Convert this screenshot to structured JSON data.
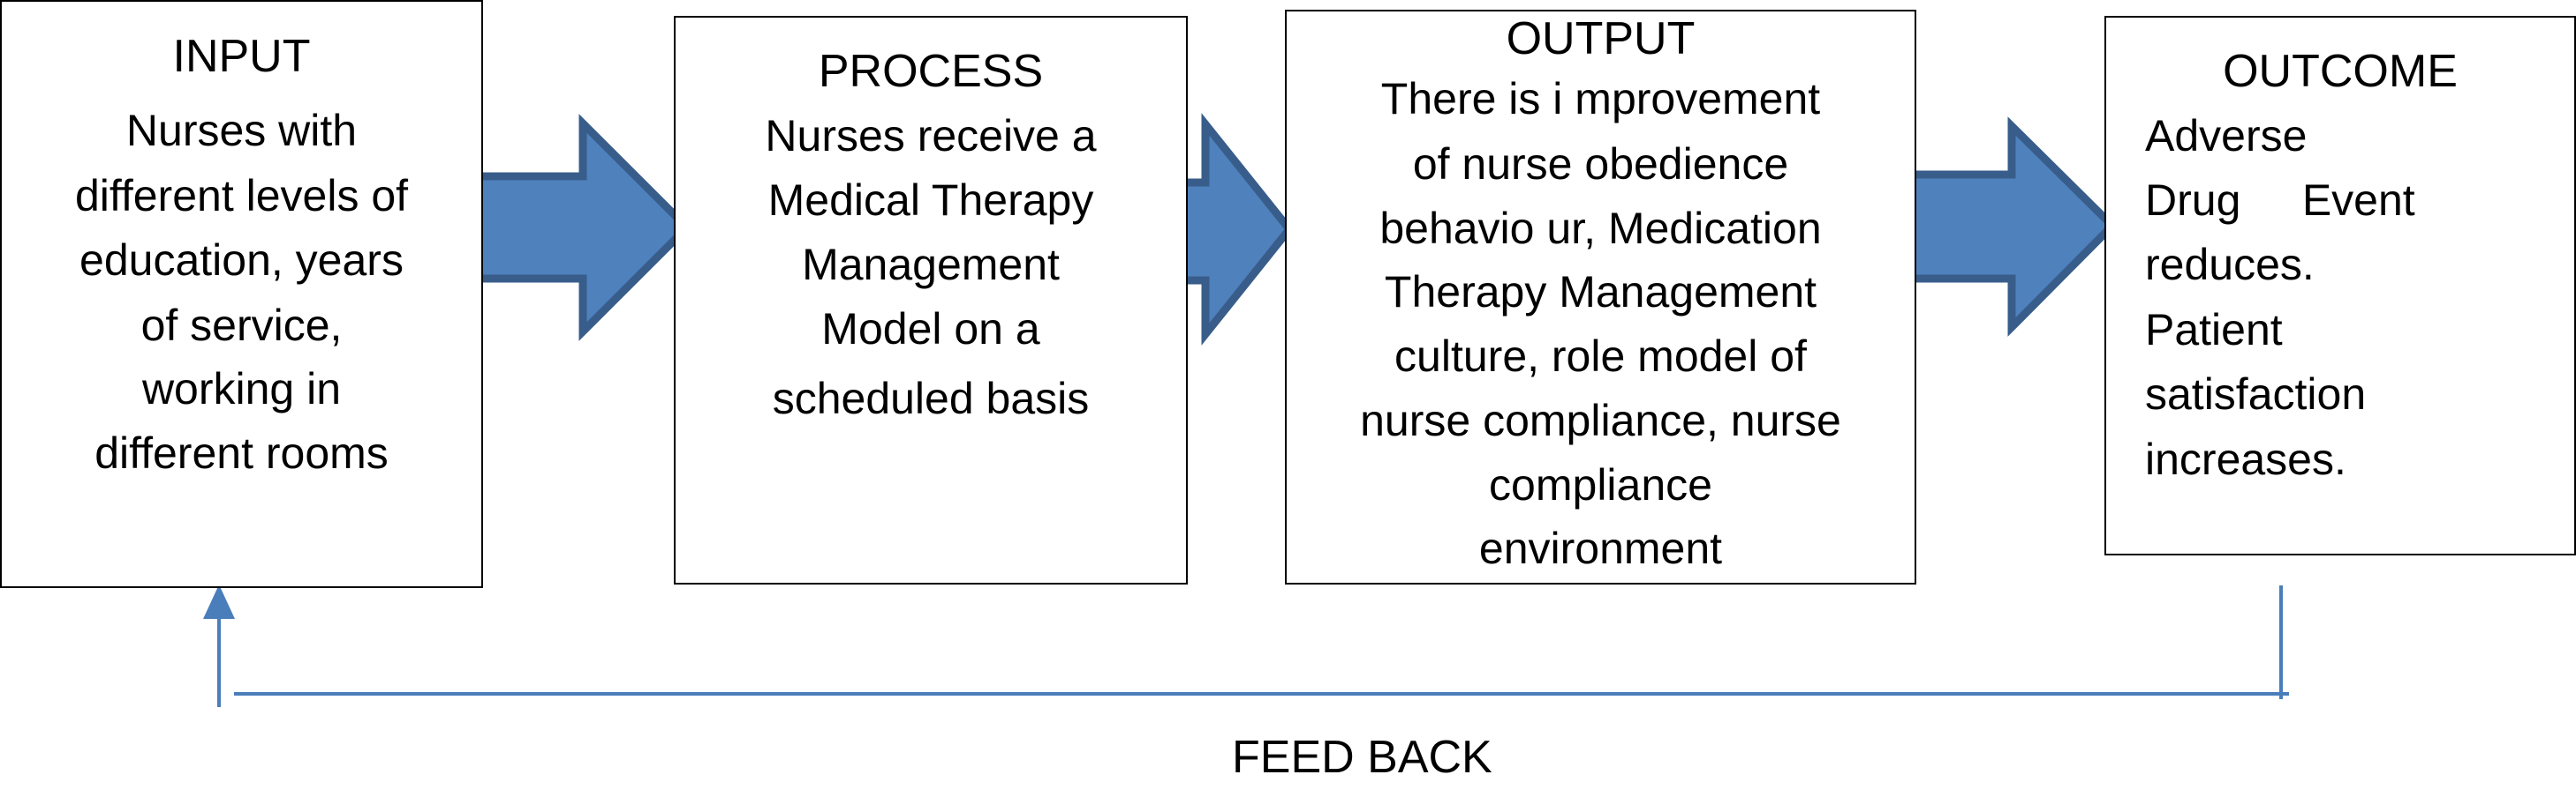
{
  "boxes": {
    "input": {
      "title": "INPUT",
      "lines": [
        "Nurses with",
        "different levels of",
        "education, years",
        "of service,",
        "working in",
        "different rooms"
      ]
    },
    "process": {
      "title": "PROCESS",
      "lines": [
        "Nurses receive a",
        "Medical Therapy",
        "Management",
        "Model  on a",
        "scheduled basis"
      ]
    },
    "output": {
      "title": "OUTPUT",
      "lines": [
        "There is i mprovement",
        "of nurse obedience",
        "behavio ur, Medication",
        "Therapy Management",
        "culture, role model of",
        "nurse compliance, nurse",
        "compliance",
        "environment"
      ]
    },
    "outcome": {
      "title": "OUTCOME",
      "lines": [
        "Adverse",
        "Drug     Event",
        "reduces.",
        "Patient",
        "satisfaction",
        "increases."
      ]
    }
  },
  "feedback_label": "FEED BACK",
  "colors": {
    "arrow_fill": "#4f81bd",
    "arrow_stroke": "#385d8a",
    "feedback_line": "#4a7ebb",
    "box_border": "#000000"
  }
}
